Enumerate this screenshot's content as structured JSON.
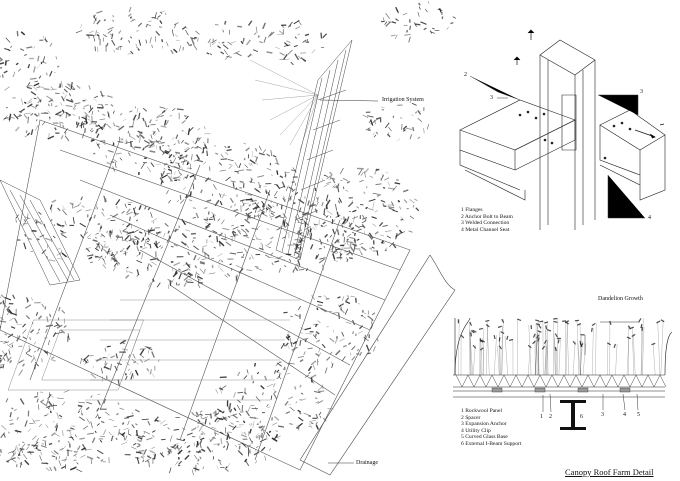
{
  "labels": {
    "irrigation": "Irrigation System",
    "drainage": "Drainage",
    "dandelion": "Dandelion Growth"
  },
  "connection_detail": {
    "callouts": [
      "2",
      "3",
      "3",
      "4"
    ],
    "legend": [
      "1 Flanges",
      "2 Anchor Bolt to Beam",
      "3 Welded Connection",
      "4 Metal Channel Seat"
    ]
  },
  "section_detail": {
    "callouts": [
      "1",
      "2",
      "6",
      "3",
      "4",
      "5"
    ],
    "legend": [
      "1 Rockwool Panel",
      "2 Spacer",
      "3 Expansion Anchor",
      "4 Utility Clip",
      "5 Curved Glass Base",
      "6 External I-Beam Support"
    ]
  },
  "title": "Canopy Roof Farm Detail"
}
